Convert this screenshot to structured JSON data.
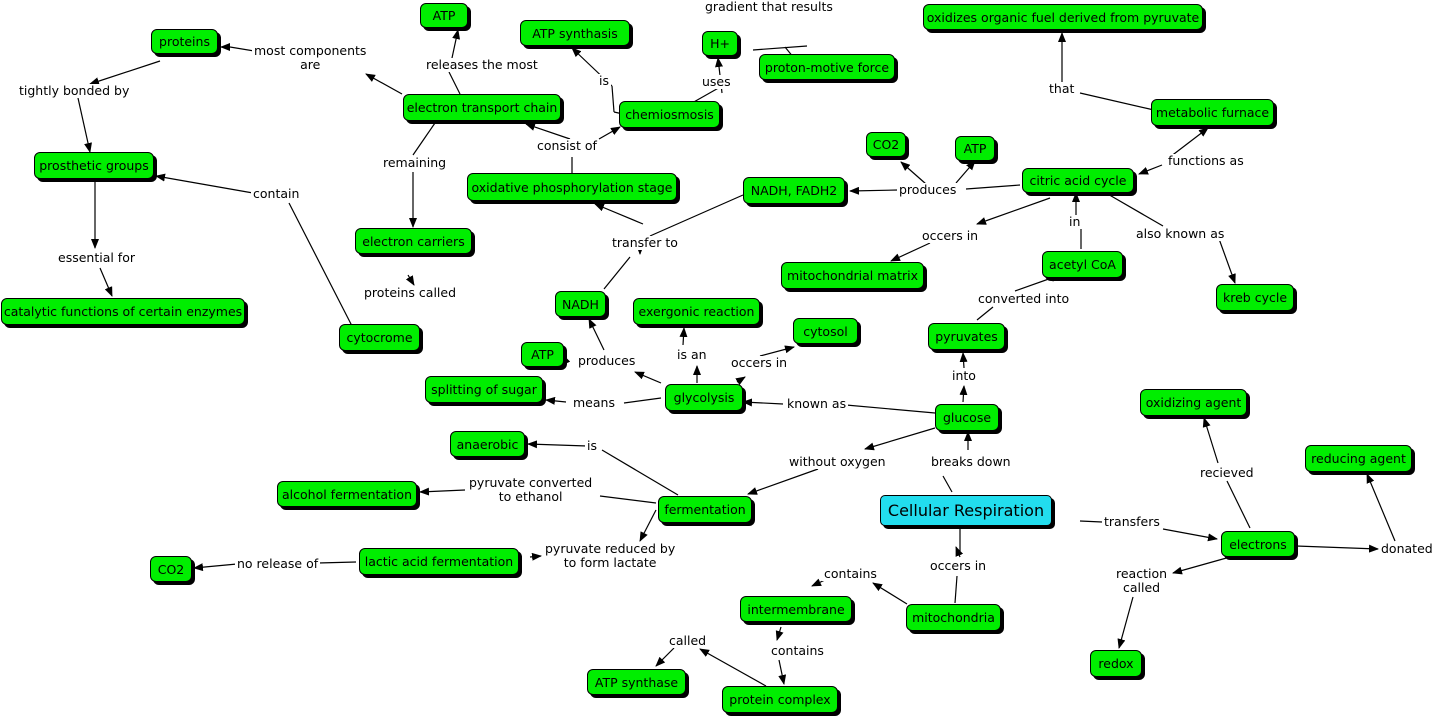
{
  "nodes": {
    "atp_top": "ATP",
    "atp_synthasis": "ATP synthasis",
    "h_plus": "H+",
    "proton_motive_force": "proton-motive force",
    "oxidizes_organic_fuel": "oxidizes organic fuel derived from pyruvate",
    "proteins": "proteins",
    "electron_transport_chain": "electron transport chain",
    "chemiosmosis": "chemiosmosis",
    "metabolic_furnace": "metabolic furnace",
    "prosthetic_groups": "prosthetic groups",
    "co2_top": "CO2",
    "atp_mid": "ATP",
    "oxidative_phosphorylation_stage": "oxidative phosphorylation stage",
    "nadh_fadh2": "NADH, FADH2",
    "citric_acid_cycle": "citric acid cycle",
    "electron_carriers": "electron carriers",
    "acetyl_coa": "acetyl CoA",
    "mitochondrial_matrix": "mitochondrial matrix",
    "kreb_cycle": "kreb cycle",
    "catalytic_functions": "catalytic functions of certain enzymes",
    "nadh": "NADH",
    "exergonic_reaction": "exergonic reaction",
    "cytosol": "cytosol",
    "cytocrome": "cytocrome",
    "pyruvates": "pyruvates",
    "atp_low": "ATP",
    "splitting_of_sugar": "splitting of sugar",
    "glycolysis": "glycolysis",
    "glucose": "glucose",
    "oxidizing_agent": "oxidizing agent",
    "anaerobic": "anaerobic",
    "reducing_agent": "reducing agent",
    "alcohol_fermentation": "alcohol fermentation",
    "fermentation": "fermentation",
    "cellular_respiration": "Cellular Respiration",
    "electrons": "electrons",
    "co2_bottom": "CO2",
    "lactic_acid_fermentation": "lactic acid fermentation",
    "intermembrane": "intermembrane",
    "mitochondria": "mitochondria",
    "redox": "redox",
    "atp_synthase": "ATP synthase",
    "protein_complex": "protein complex"
  },
  "links": {
    "gradient_that_results": "gradient that results",
    "releases_the_most": "releases the most",
    "most_components_are": [
      "most components",
      "are"
    ],
    "uses": "uses",
    "is_atp_synthasis": "is",
    "that": "that",
    "tightly_bonded_by": "tightly bonded by",
    "consist_of": "consist of",
    "produces_citric": "produces",
    "functions_as": "functions as",
    "remaining": "remaining",
    "contain": "contain",
    "transfer_to": "transfer to",
    "in": "in",
    "occers_in_matrix": "occers in",
    "also_known_as": "also known as",
    "essential_for": "essential for",
    "proteins_called": "proteins called",
    "converted_into": "converted into",
    "is_an": "is an",
    "occers_in_cytosol": "occers in",
    "produces_glycolysis": "produces",
    "into": "into",
    "means": "means",
    "known_as": "known as",
    "is_anaerobic": "is",
    "without_oxygen": "without oxygen",
    "breaks_down": "breaks down",
    "recieved": "recieved",
    "pyruvate_converted": [
      "pyruvate converted",
      "to ethanol"
    ],
    "transfers": "transfers",
    "donated": "donated",
    "pyruvate_reduced": [
      "pyruvate reduced by",
      "to form lactate"
    ],
    "no_release_of": "no release of",
    "occers_in_mito": "occers in",
    "reaction_called": [
      "reaction",
      "called"
    ],
    "contains_inter": "contains",
    "called": "called",
    "contains_protein": "contains"
  },
  "colors": {
    "concept_fill": "#00ee00",
    "root_fill": "#22ddee",
    "border": "#000000",
    "shadow": "#000000",
    "line": "#000000"
  }
}
